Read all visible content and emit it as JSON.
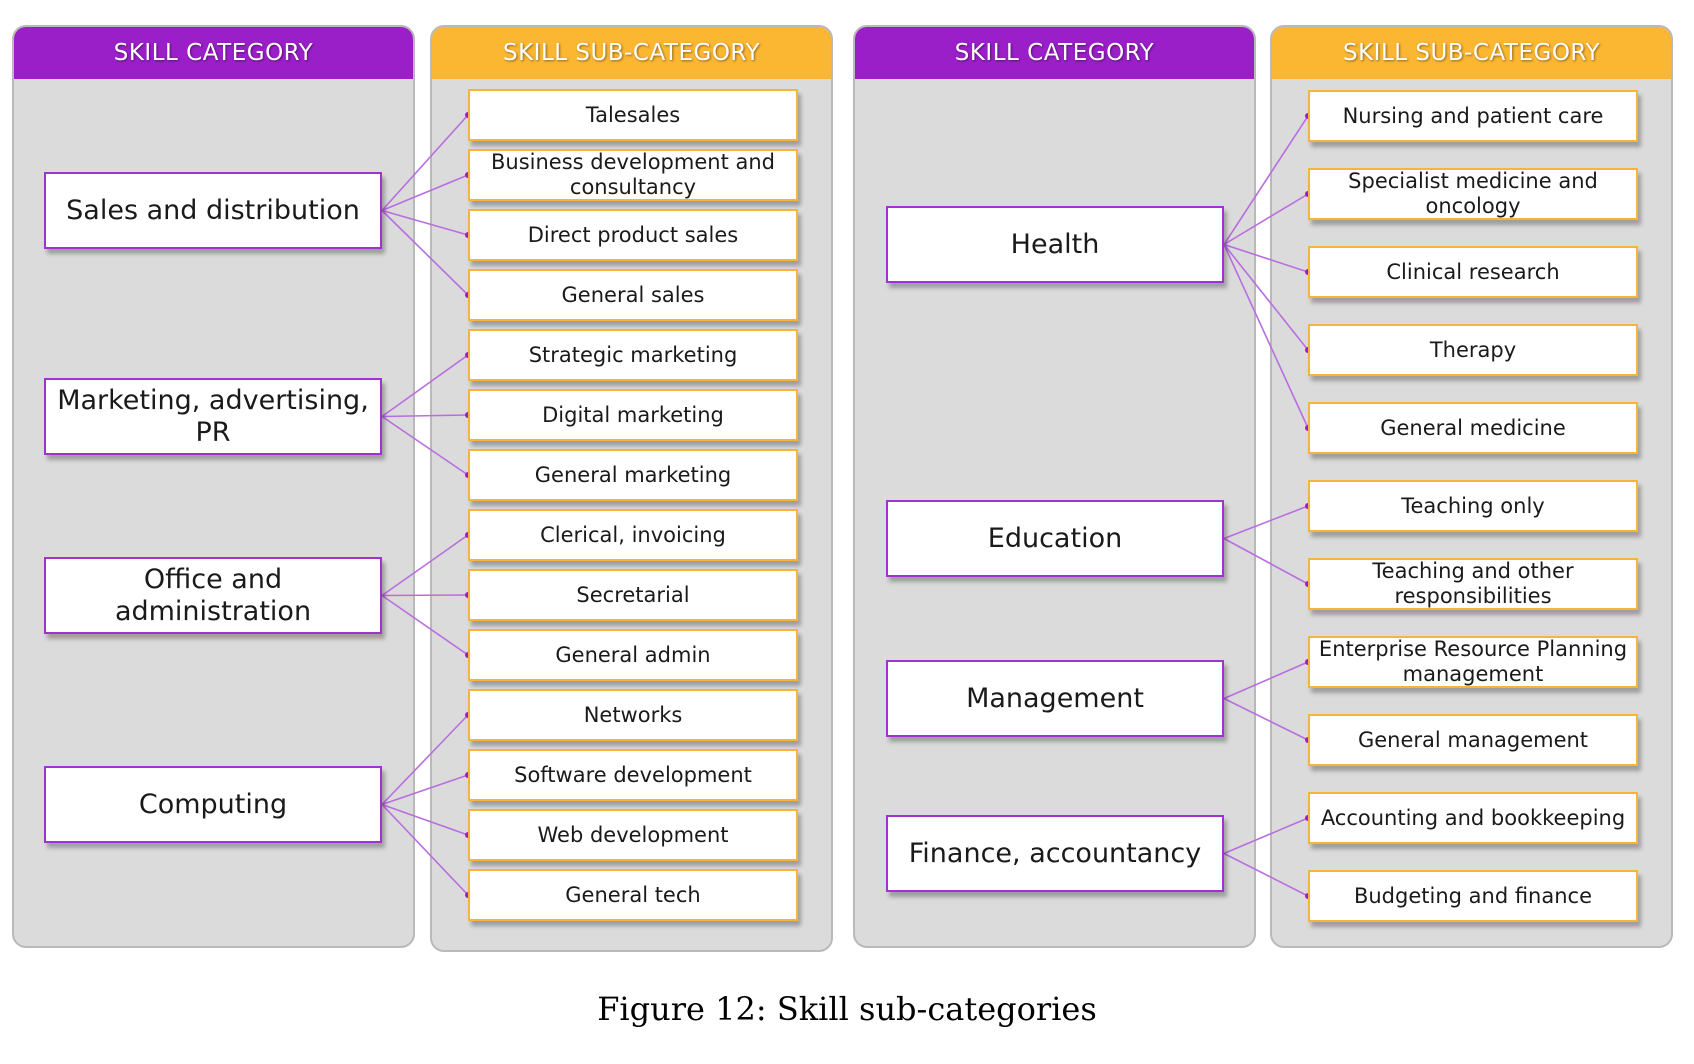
{
  "headers": {
    "left_category": "SKILL CATEGORY",
    "left_subcategory": "SKILL SUB-CATEGORY",
    "right_category": "SKILL CATEGORY",
    "right_subcategory": "SKILL SUB-CATEGORY"
  },
  "colors": {
    "category_accent": "#9b1fc8",
    "subcategory_accent": "#fbb632",
    "connector": "#b96ee0",
    "panel_bg": "#dbdbdb"
  },
  "left": {
    "categories": [
      {
        "label": "Sales and distribution",
        "sub_indices": [
          0,
          1,
          2,
          3
        ]
      },
      {
        "label": "Marketing, advertising, PR",
        "sub_indices": [
          4,
          5,
          6
        ]
      },
      {
        "label": "Office and administration",
        "sub_indices": [
          7,
          8,
          9
        ]
      },
      {
        "label": "Computing",
        "sub_indices": [
          10,
          11,
          12,
          13
        ]
      }
    ],
    "subcategories": [
      "Talesales",
      "Business development and consultancy",
      "Direct product sales",
      "General sales",
      "Strategic marketing",
      "Digital marketing",
      "General marketing",
      "Clerical, invoicing",
      "Secretarial",
      "General admin",
      "Networks",
      "Software development",
      "Web development",
      "General tech"
    ]
  },
  "right": {
    "categories": [
      {
        "label": "Health",
        "sub_indices": [
          0,
          1,
          2,
          3,
          4
        ]
      },
      {
        "label": "Education",
        "sub_indices": [
          5,
          6
        ]
      },
      {
        "label": "Management",
        "sub_indices": [
          7,
          8
        ]
      },
      {
        "label": "Finance, accountancy",
        "sub_indices": [
          9,
          10
        ]
      }
    ],
    "subcategories": [
      "Nursing and patient care",
      "Specialist medicine and oncology",
      "Clinical research",
      "Therapy",
      "General medicine",
      "Teaching only",
      "Teaching and other responsibilities",
      "Enterprise Resource Planning management",
      "General management",
      "Accounting and bookkeeping",
      "Budgeting and finance"
    ]
  },
  "caption": "Figure 12: Skill sub-categories"
}
